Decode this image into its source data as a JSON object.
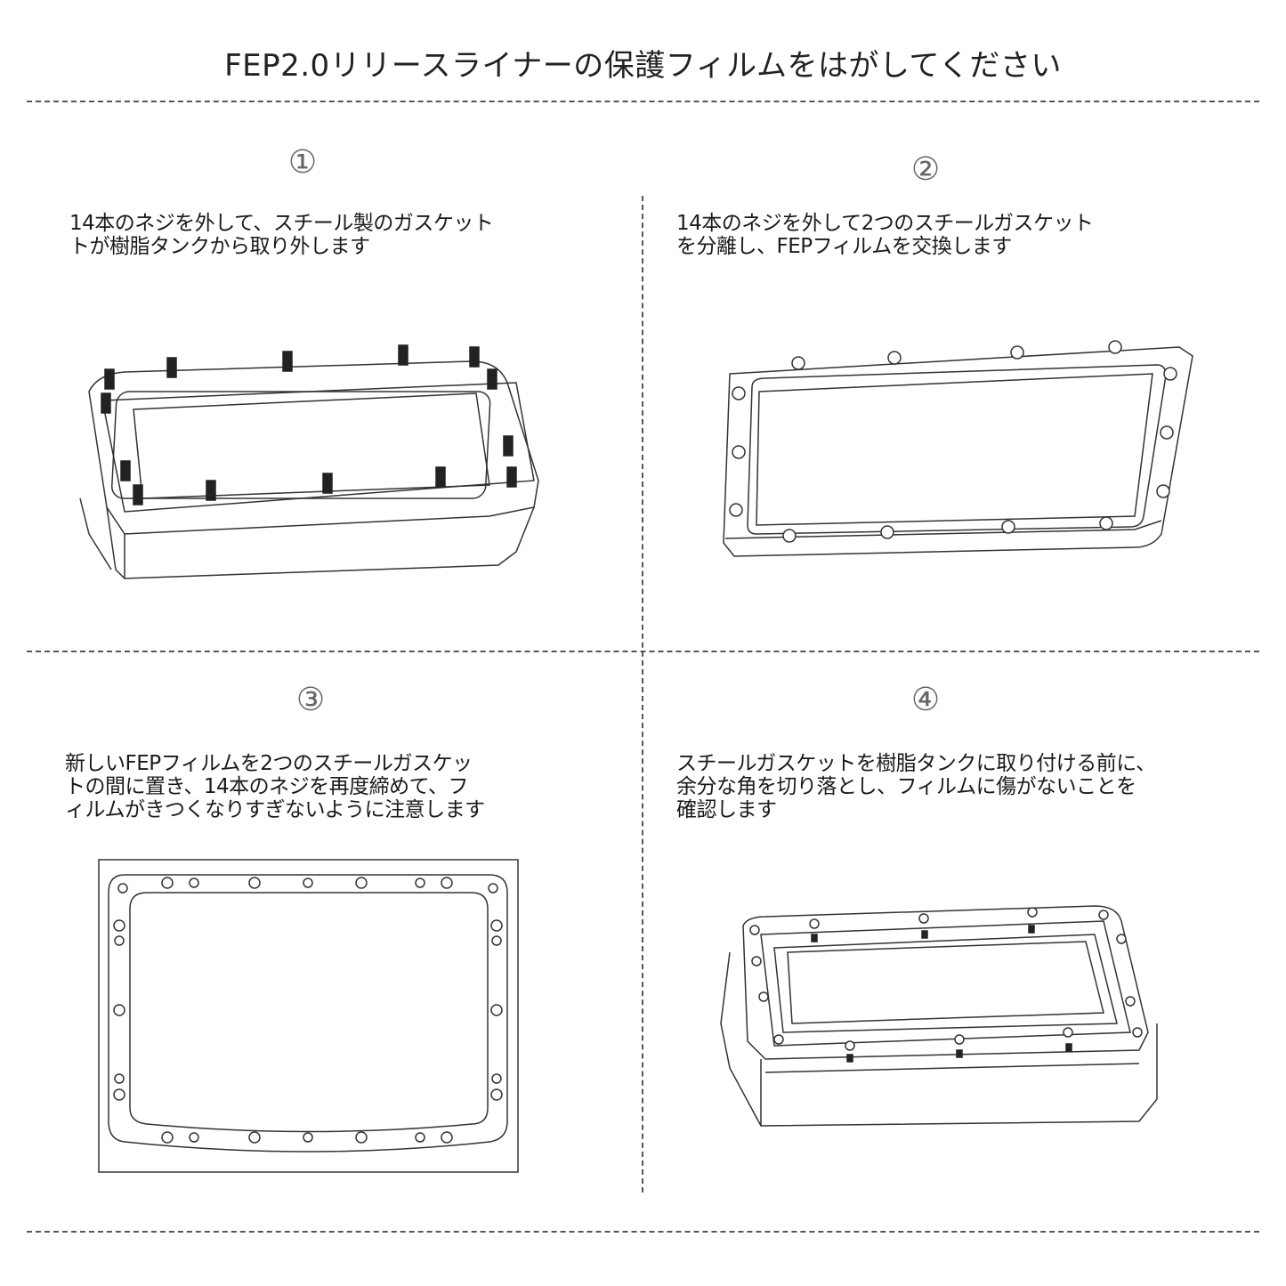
{
  "title": "FEP2.0リリースライナーの保護フィルムをはがしてください",
  "steps": [
    {
      "number": "①",
      "text": "14本のネジを外して、スチール製のガスケット\nトが樹脂タンクから取り外します"
    },
    {
      "number": "②",
      "text": "14本のネジを外して2つのスチールガスケット\nを分離し、FEPフィルムを交換します"
    },
    {
      "number": "③",
      "text": "新しいFEPフィルムを2つのスチールガスケッ\nトの間に置き、14本のネジを再度締めて、フ\nィルムがきつくなりすぎないように注意します"
    },
    {
      "number": "④",
      "text": "スチールガスケットを樹脂タンクに取り付ける前に、\n余分な角を切り落とし、フィルムに傷がないことを\n確認します"
    }
  ]
}
